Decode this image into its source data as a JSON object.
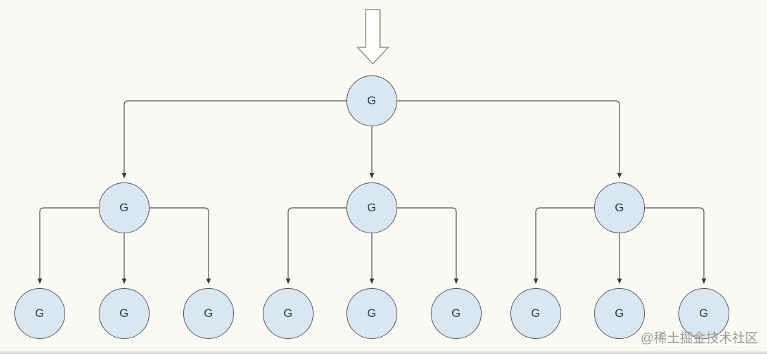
{
  "diagram": {
    "description": "three-level tree of circular nodes with elbow connectors",
    "entry_icon": "hollow-down-arrow",
    "nodes": {
      "root": {
        "label": "G"
      },
      "level2": [
        {
          "label": "G"
        },
        {
          "label": "G"
        },
        {
          "label": "G"
        }
      ],
      "level3": [
        {
          "label": "G"
        },
        {
          "label": "G"
        },
        {
          "label": "G"
        },
        {
          "label": "G"
        },
        {
          "label": "G"
        },
        {
          "label": "G"
        },
        {
          "label": "G"
        },
        {
          "label": "G"
        },
        {
          "label": "G"
        }
      ]
    }
  },
  "watermark": {
    "text": "@稀土掘金技术社区"
  },
  "colors": {
    "background": "#fbf9f4",
    "node_fill": "#dbe7f0",
    "node_border": "#4d5a64",
    "node_text": "#2a3740",
    "connector": "#4f4f4f",
    "entry_arrow_outline": "#8f8f8f",
    "entry_arrow_fill": "#ffffff",
    "watermark": "#9b9b98"
  }
}
